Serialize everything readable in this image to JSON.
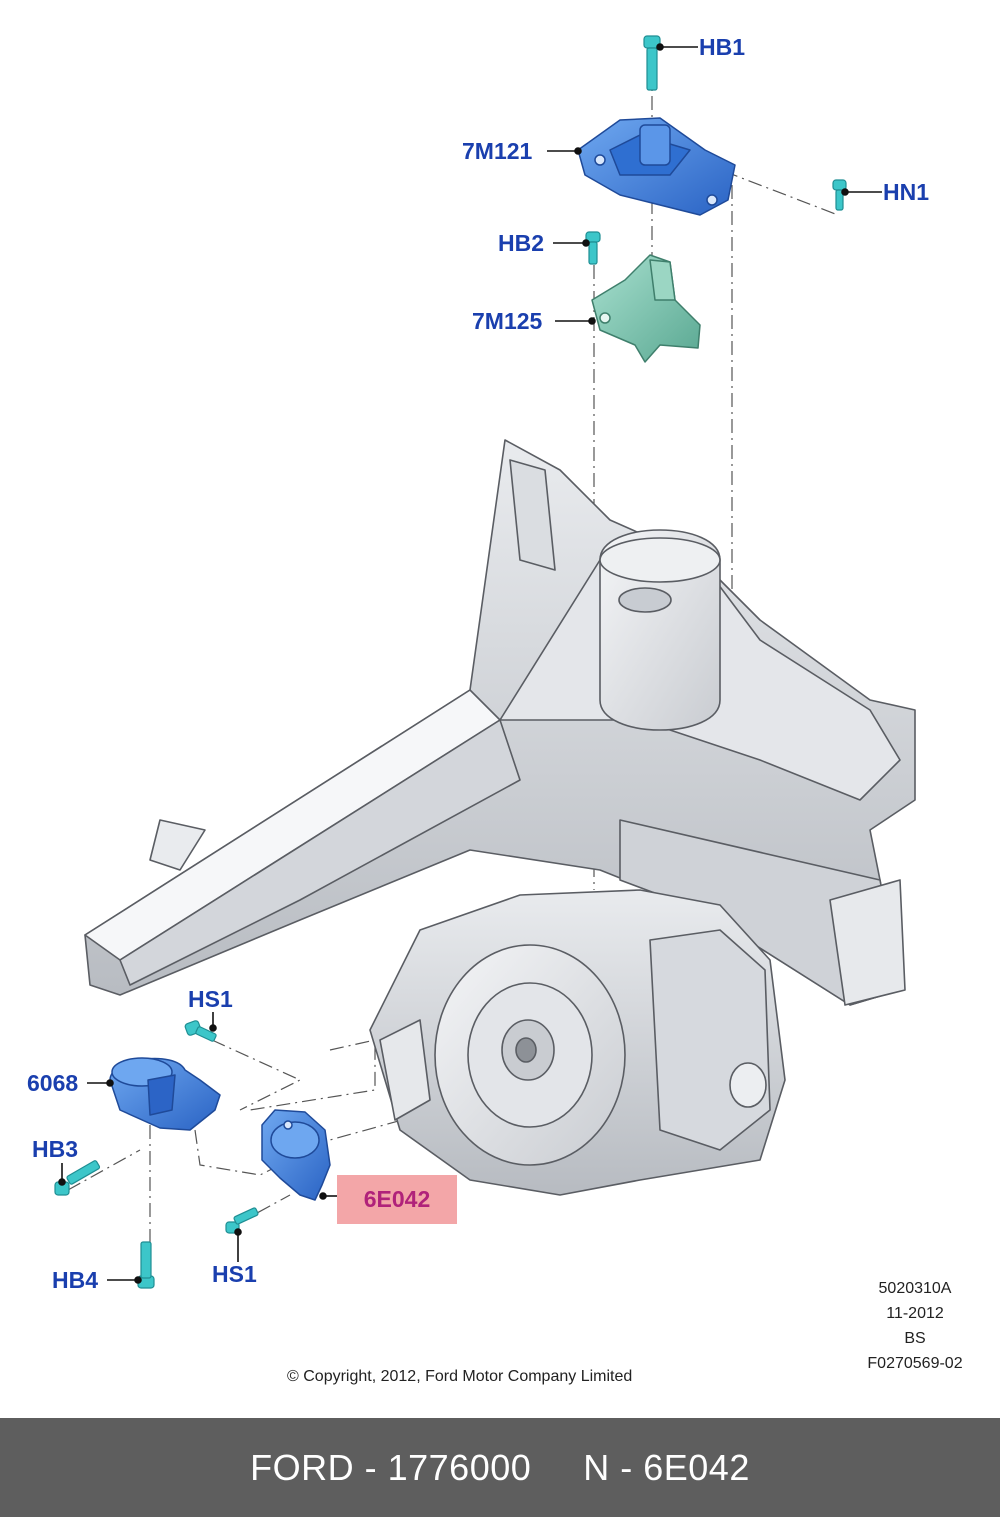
{
  "callouts": {
    "hb1": "HB1",
    "m7121": "7M121",
    "hn1": "HN1",
    "hb2": "HB2",
    "m7125": "7M125",
    "hs1_top": "HS1",
    "p6068": "6068",
    "hb3": "HB3",
    "hb4": "HB4",
    "hs1_bottom": "HS1",
    "p6e042": "6E042"
  },
  "drawing_info": {
    "code": "5020310A",
    "date": "11-2012",
    "region": "BS",
    "figure": "F0270569-02"
  },
  "copyright": "© Copyright, 2012, Ford Motor Company Limited",
  "footer": {
    "brand_part": "FORD - 1776000",
    "ref": "N - 6E042"
  },
  "colors": {
    "mount_blue": "#3f82e0",
    "bracket_teal": "#7cc8b2",
    "bolt_cyan": "#3cc6c9",
    "label_blue": "#1a3fae",
    "highlight": "#f3a6a8",
    "highlight_text": "#b0227a",
    "footer_bg": "#5e5e5e"
  }
}
